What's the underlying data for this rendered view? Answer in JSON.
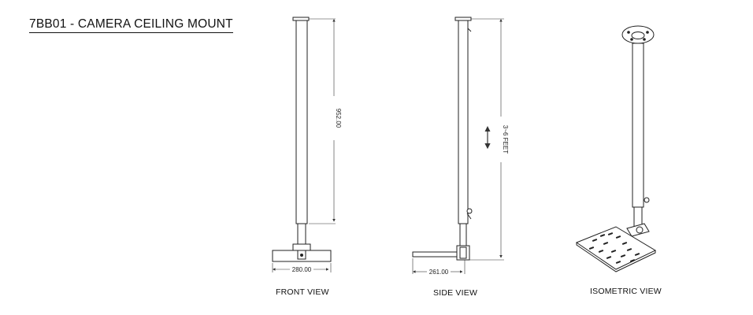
{
  "title": "7BB01 - CAMERA CEILING MOUNT",
  "views": {
    "front": {
      "label": "FRONT VIEW",
      "height_dim": "952.00",
      "width_dim": "280.00"
    },
    "side": {
      "label": "SIDE VIEW",
      "height_dim": "3~6 FEET",
      "width_dim": "261.00"
    },
    "isometric": {
      "label": "ISOMETRIC VIEW"
    }
  }
}
